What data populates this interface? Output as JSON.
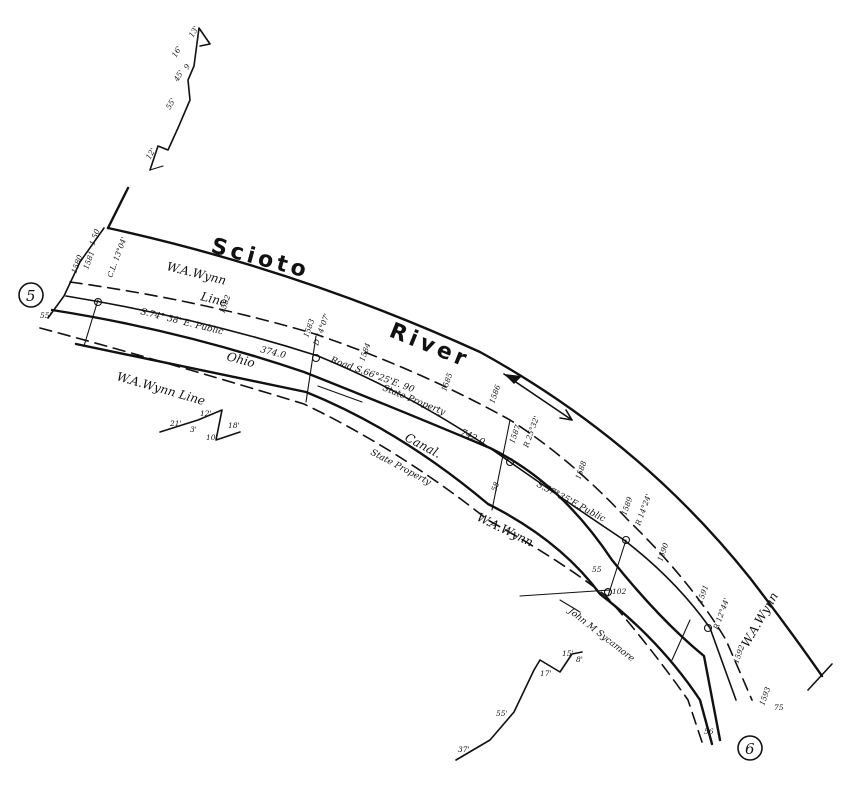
{
  "map": {
    "river_word1": "Scioto",
    "river_word2": "River",
    "canal_word1": "Ohio",
    "canal_word2": "Canal.",
    "station_start": "5",
    "station_end": "6",
    "owner_north": "W.A.Wynn",
    "owner_north_lower": "W.A.Wynn",
    "owner_south": "W.A.Wynn Line",
    "owner_south_lower": "W.A.Wynn",
    "owner_sycamore": "John M Sycamore",
    "line_label": "Line",
    "bearing_1": "S.74° 38' E. Public",
    "bearing_2": "Road S.66°25'E. 90",
    "bearing_3": "S.57°35'E.Public",
    "distance_1": "374.0",
    "distance_2": "742.0",
    "state_property_1": "State Property",
    "state_property_2": "State Property",
    "stations": [
      "1580",
      "1581",
      "1582",
      "1583",
      "1584",
      "1585",
      "1586",
      "1587",
      "1588",
      "1589",
      "1590",
      "1591",
      "1592",
      "1593"
    ],
    "curve_labels": [
      "C.L. 13°04'",
      "D 14°07'",
      "R 25°32'",
      "R 14°24'",
      "R 12°44'"
    ],
    "scale_upper": [
      "13'",
      "16'",
      "45'",
      "55'",
      "12'",
      "9"
    ],
    "scale_left": [
      "21'",
      "12'",
      "18'",
      "10'",
      "3'"
    ],
    "scale_lower": [
      "55'",
      "15'",
      "8'",
      "37'",
      "17'"
    ],
    "offsets": [
      "1.50",
      "55'",
      "58",
      "55",
      "102",
      "56",
      "75"
    ],
    "colors": {
      "ink": "#111111",
      "paper": "#ffffff"
    }
  }
}
